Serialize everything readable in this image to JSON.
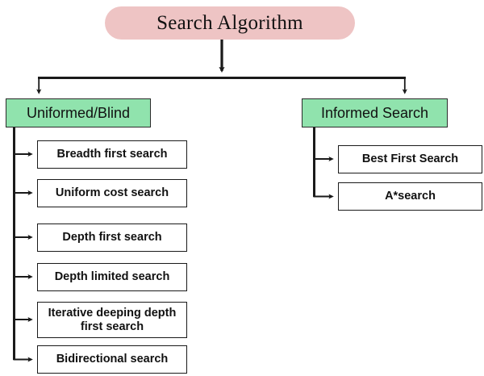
{
  "diagram": {
    "title": "Search Algorithm",
    "type": "tree-hierarchy",
    "colors": {
      "root_fill": "#eec4c4",
      "category_fill": "#90e3ad",
      "leaf_fill": "#ffffff",
      "stroke": "#1a1a1a",
      "text": "#111111"
    },
    "root": {
      "label": "Search Algorithm"
    },
    "categories": [
      {
        "id": "uninformed",
        "label": "Uniformed/Blind",
        "children": [
          {
            "id": "bfs",
            "label": "Breadth first search"
          },
          {
            "id": "ucs",
            "label": "Uniform cost search"
          },
          {
            "id": "dfs",
            "label": "Depth first search"
          },
          {
            "id": "dls",
            "label": "Depth limited search"
          },
          {
            "id": "iddfs",
            "label": "Iterative deeping depth first search",
            "line1": "Iterative deeping depth",
            "line2": "first search"
          },
          {
            "id": "bidirectional",
            "label": "Bidirectional search"
          }
        ]
      },
      {
        "id": "informed",
        "label": "Informed Search",
        "children": [
          {
            "id": "best-first",
            "label": "Best First Search"
          },
          {
            "id": "a-star",
            "label": "A*search"
          }
        ]
      }
    ]
  }
}
